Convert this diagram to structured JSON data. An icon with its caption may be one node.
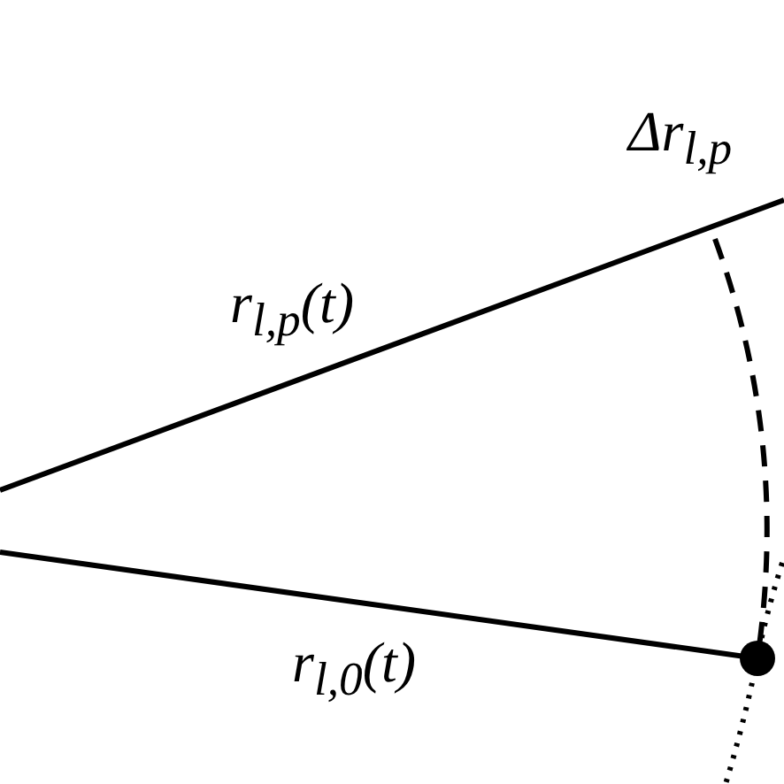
{
  "diagram": {
    "labels": [
      "Δr$_{l,p}$",
      "r$_{l,p}$(t)",
      "r$_{l,0}$(t)"
    ]
  }
}
